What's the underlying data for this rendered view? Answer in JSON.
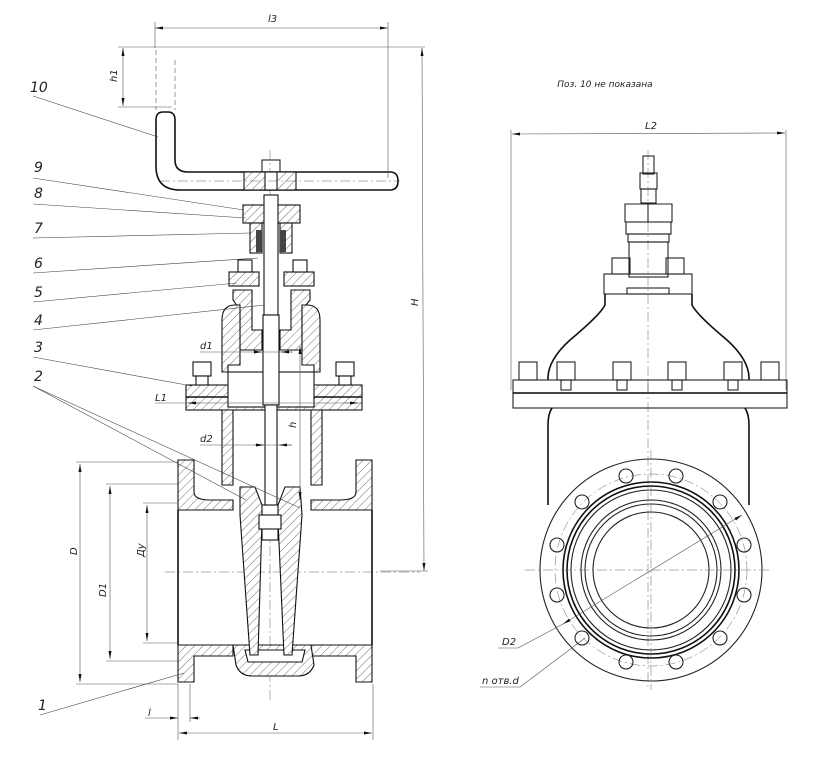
{
  "drawing": {
    "title": "Gate valve assembly drawing",
    "note": "Поз. 10 не показана",
    "colors": {
      "line": "#111111",
      "background": "#ffffff"
    },
    "position_labels": [
      "10",
      "9",
      "8",
      "7",
      "6",
      "5",
      "4",
      "3",
      "2",
      "1"
    ],
    "section_view_dimensions": {
      "l3": "l3",
      "h1": "h1",
      "H": "H",
      "d1": "d1",
      "L1": "L1",
      "h": "h",
      "d2": "d2",
      "D": "D",
      "D1": "D1",
      "Dy": "Ду",
      "l": "l",
      "L": "L"
    },
    "side_view_dimensions": {
      "L2": "L2",
      "D2": "D2",
      "holes": "n отв.d"
    }
  }
}
